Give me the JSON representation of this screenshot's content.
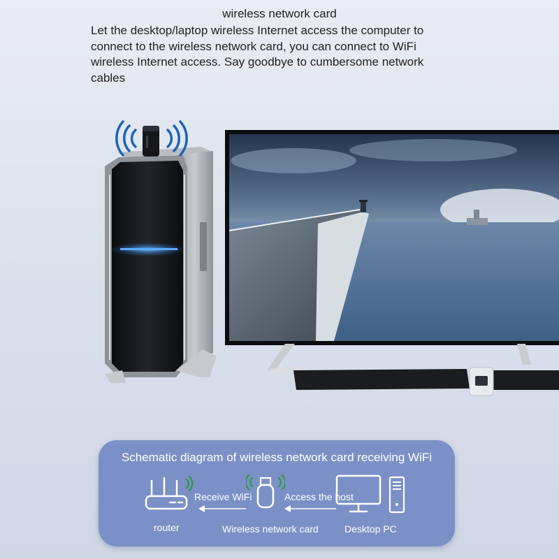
{
  "intro": {
    "title": "wireless network card",
    "lines": [
      "Let the desktop/laptop wireless Internet access the computer to",
      "connect to the wireless network card, you can connect to WiFi",
      "wireless Internet access. Say goodbye to cumbersome network",
      "cables"
    ]
  },
  "diagram": {
    "title": "Schematic diagram of wireless network card receiving WiFi",
    "receive_label": "Receive WiFi",
    "access_label": "Access the host",
    "router_label": "router",
    "card_label": "Wireless network card",
    "pc_label": "Desktop PC"
  },
  "icons": {
    "wifi": "wifi-waves-icon",
    "router": "router-icon",
    "usb": "usb-adapter-icon",
    "monitor": "monitor-icon",
    "tower": "pc-tower-icon",
    "arrow": "arrow-left-icon"
  },
  "colors": {
    "panel": "#7b90c6",
    "wifi_blue": "#1c63b8",
    "wifi_green": "#2e9a3e"
  }
}
